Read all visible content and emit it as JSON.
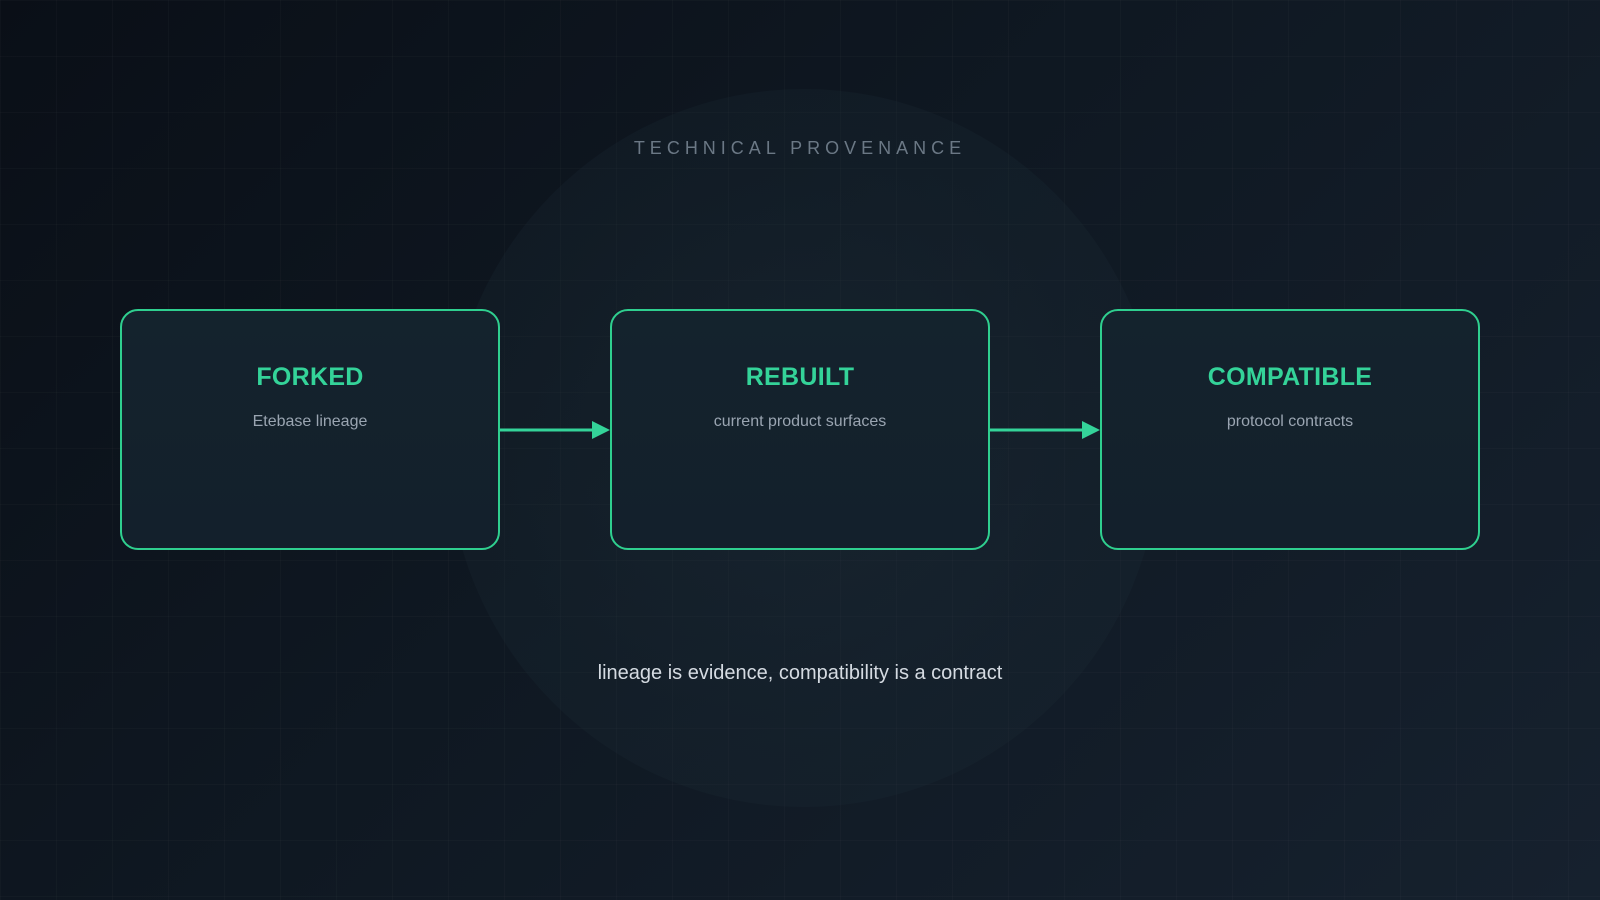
{
  "header": {
    "eyebrow": "TECHNICAL PROVENANCE"
  },
  "stages": [
    {
      "title": "FORKED",
      "subtitle": "Etebase lineage"
    },
    {
      "title": "REBUILT",
      "subtitle": "current product surfaces"
    },
    {
      "title": "COMPATIBLE",
      "subtitle": "protocol contracts"
    }
  ],
  "footer": {
    "tagline": "lineage is evidence, compatibility is a contract"
  },
  "colors": {
    "accent": "#34d399",
    "background": "#0f1822",
    "box_fill": "#14232d"
  }
}
